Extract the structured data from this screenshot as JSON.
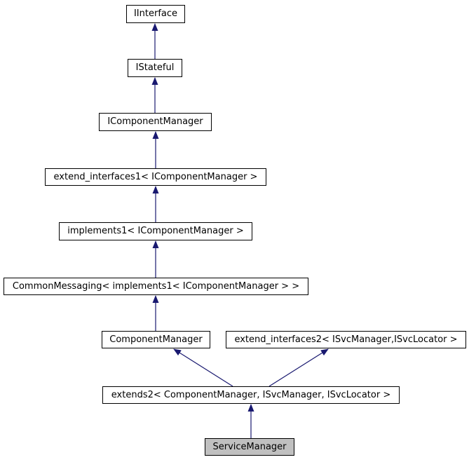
{
  "diagram": {
    "type": "class-inheritance-graph",
    "background": "#ffffff",
    "colors": {
      "edge": "#191970",
      "node_border": "#000000",
      "node_fill": "#ffffff",
      "highlight_fill": "#c0c0c0",
      "text": "#000000"
    },
    "nodes": [
      {
        "id": "IInterface",
        "label": "IInterface",
        "highlighted": false
      },
      {
        "id": "IStateful",
        "label": "IStateful",
        "highlighted": false
      },
      {
        "id": "IComponentManager",
        "label": "IComponentManager",
        "highlighted": false
      },
      {
        "id": "extend_interfaces1",
        "label": "extend_interfaces1< IComponentManager >",
        "highlighted": false
      },
      {
        "id": "implements1",
        "label": "implements1< IComponentManager >",
        "highlighted": false
      },
      {
        "id": "CommonMessaging",
        "label": "CommonMessaging< implements1< IComponentManager > >",
        "highlighted": false
      },
      {
        "id": "ComponentManager",
        "label": "ComponentManager",
        "highlighted": false
      },
      {
        "id": "extend_interfaces2",
        "label": "extend_interfaces2< ISvcManager,ISvcLocator >",
        "highlighted": false
      },
      {
        "id": "extends2",
        "label": "extends2< ComponentManager, ISvcManager, ISvcLocator >",
        "highlighted": false
      },
      {
        "id": "ServiceManager",
        "label": "ServiceManager",
        "highlighted": true
      }
    ],
    "edges": [
      {
        "from": "IStateful",
        "to": "IInterface"
      },
      {
        "from": "IComponentManager",
        "to": "IStateful"
      },
      {
        "from": "extend_interfaces1",
        "to": "IComponentManager"
      },
      {
        "from": "implements1",
        "to": "extend_interfaces1"
      },
      {
        "from": "CommonMessaging",
        "to": "implements1"
      },
      {
        "from": "ComponentManager",
        "to": "CommonMessaging"
      },
      {
        "from": "extends2",
        "to": "ComponentManager"
      },
      {
        "from": "extends2",
        "to": "extend_interfaces2"
      },
      {
        "from": "ServiceManager",
        "to": "extends2"
      }
    ]
  }
}
